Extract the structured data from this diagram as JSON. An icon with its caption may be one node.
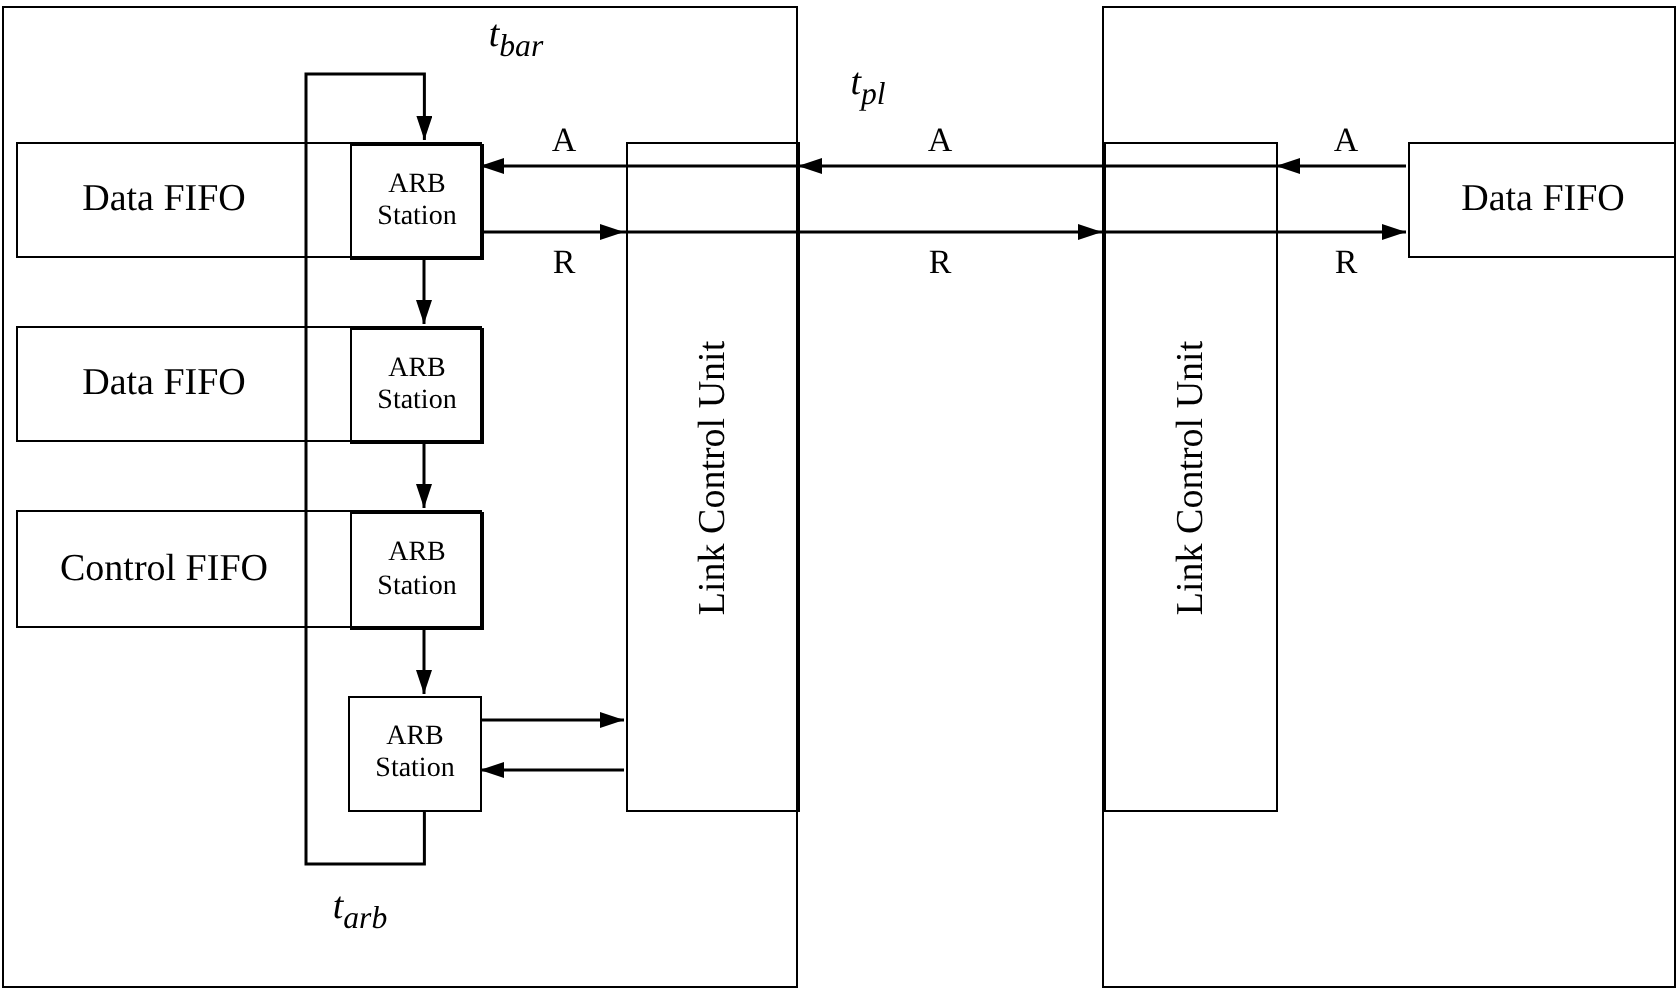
{
  "diagram": {
    "nodes": [
      {
        "text": [],
        "shape": "box"
      },
      {
        "text": [
          "Data FIFO"
        ],
        "in": 0
      },
      {
        "text": [
          "ARB Station"
        ],
        "in": 1
      },
      {
        "text": [
          "Data FIFO"
        ],
        "in": 0
      },
      {
        "text": [
          "ARB Station"
        ],
        "in": 3
      },
      {
        "text": [
          "Control FIFO"
        ],
        "in": 0
      },
      {
        "text": [
          "ARB Station"
        ],
        "in": 5
      },
      {
        "text": [
          "ARB Station"
        ],
        "in": 0
      },
      {
        "text": [
          "Link Control Unit"
        ],
        "in": 0
      },
      {
        "text": [],
        "shape": "box"
      },
      {
        "text": [
          "Link Control Unit"
        ],
        "in": 9
      },
      {
        "text": [
          "Data FIFO"
        ],
        "in": 9
      }
    ],
    "edges": [
      {
        "from": 2,
        "to": 4,
        "arrow": "to"
      },
      {
        "from": 4,
        "to": 6,
        "arrow": "to"
      },
      {
        "from": 6,
        "to": 7,
        "arrow": "to"
      },
      {
        "from": 7,
        "to": 2,
        "arrow": "to"
      },
      {
        "from": 11,
        "to": 10,
        "arrow": "to",
        "label": "A"
      },
      {
        "from": 10,
        "to": 8,
        "arrow": "to",
        "label": "A"
      },
      {
        "from": 8,
        "to": 2,
        "arrow": "to",
        "label": "A"
      },
      {
        "from": 2,
        "to": 8,
        "arrow": "to",
        "label": "R"
      },
      {
        "from": 8,
        "to": 10,
        "arrow": "to",
        "label": "R"
      },
      {
        "from": 10,
        "to": 11,
        "arrow": "to",
        "label": "R"
      },
      {
        "from": 7,
        "to": 8,
        "arrow": "to"
      },
      {
        "from": 8,
        "to": 7,
        "arrow": "to"
      }
    ],
    "labels": [
      "t$_{bar}$",
      "t$_{pl}$",
      "t$_{arb}$"
    ]
  }
}
